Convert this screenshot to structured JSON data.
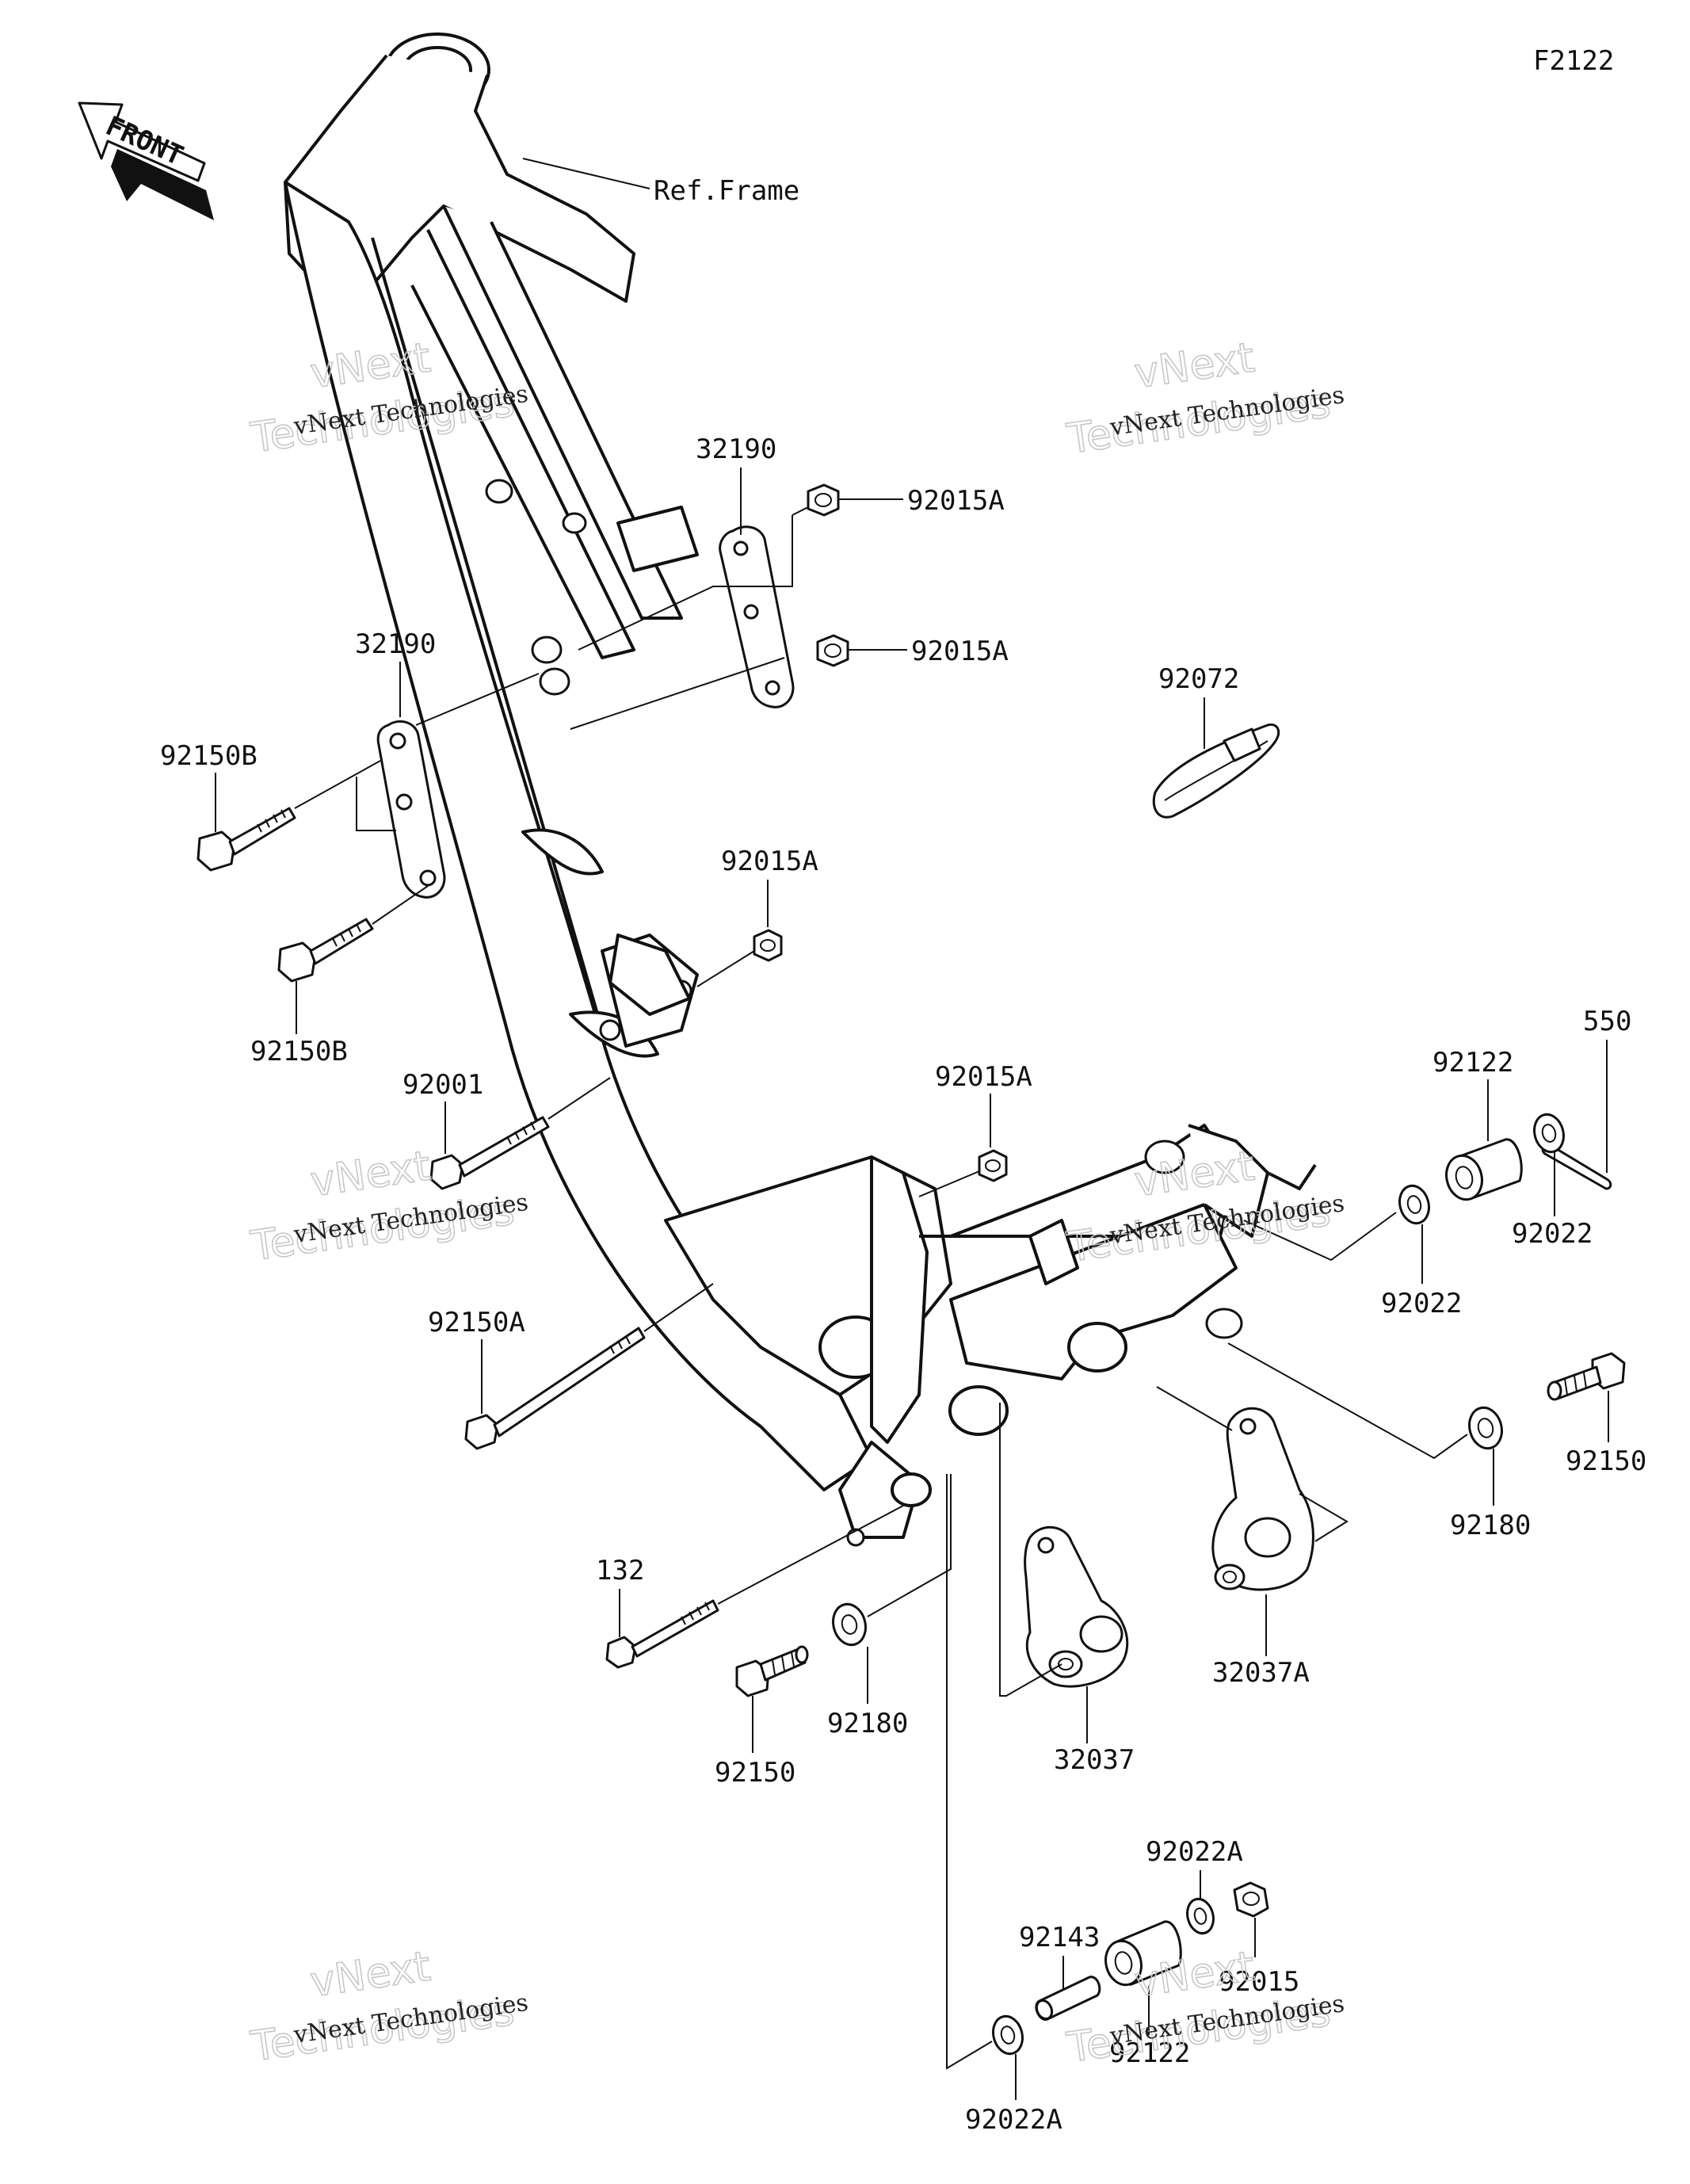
{
  "diagram_code": "F2122",
  "front_arrow_label": "FRONT",
  "ref_frame_label": "Ref.Frame",
  "watermark": {
    "line1": "vNext",
    "line2": "Technologies",
    "small": "vNext Technologies"
  },
  "parts": {
    "p32190_top": "32190",
    "p92015A_1": "92015A",
    "p92015A_2": "92015A",
    "p32190_left": "32190",
    "p92072": "92072",
    "p92150B_1": "92150B",
    "p92150B_2": "92150B",
    "p92015A_3": "92015A",
    "p92001": "92001",
    "p92015A_4": "92015A",
    "p550": "550",
    "p92122_1": "92122",
    "p92022_1": "92022",
    "p92022_2": "92022",
    "p92150A": "92150A",
    "p92150_right": "92150",
    "p92180_right": "92180",
    "p132": "132",
    "p32037A": "32037A",
    "p92180_bottom": "92180",
    "p92150_bottom": "92150",
    "p32037": "32037",
    "p92022A_1": "92022A",
    "p92143": "92143",
    "p92015": "92015",
    "p92122_2": "92122",
    "p92022A_2": "92022A"
  }
}
